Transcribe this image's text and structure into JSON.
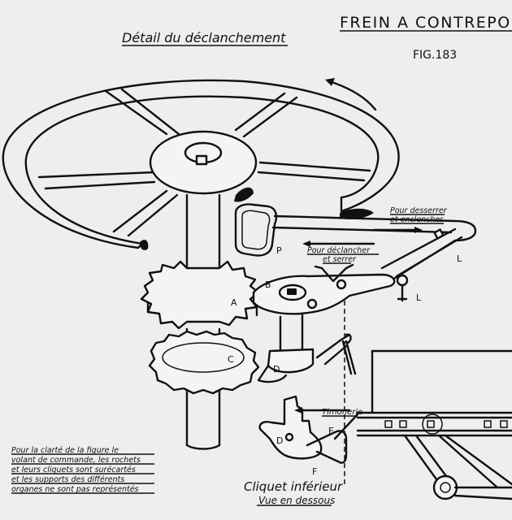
{
  "header": {
    "title": "FREIN A CONTREPOIDS",
    "figure": "FIG.183",
    "detail_title": "Détail du déclanchement"
  },
  "arrows": {
    "release": [
      "Pour desserrer",
      "et enclencher"
    ],
    "trip": [
      "Pour déclancher",
      "et serrer"
    ],
    "linkage": "Timonerie"
  },
  "parts": {
    "A": "A",
    "B": "B",
    "C": "C",
    "D": "D",
    "D2": "D",
    "E": "E",
    "F": "F",
    "L1": "L",
    "L2": "L",
    "P": "P"
  },
  "note": {
    "lines": [
      "Pour la clarté de la figure le",
      "volant de commande, les rochets",
      "et leurs cliquets sont surécartés",
      "et les supports des différents",
      "organes ne sont pas représentés"
    ]
  },
  "inset": {
    "title": "Cliquet inférieur",
    "subtitle": "Vue en dessous"
  },
  "colors": {
    "paper": "#eeeeec",
    "ink": "#111111"
  }
}
